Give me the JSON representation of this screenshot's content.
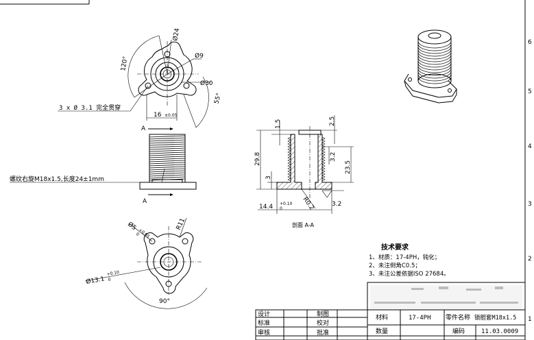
{
  "top_view": {
    "dia_24": "Ø24",
    "dia_9": "Ø9",
    "dia_30": "Ø30",
    "angle_120": "120°",
    "angle_55": "55°",
    "hole_note": "3 x Ø 3.1 完全贯穿",
    "dim_16": "16",
    "tol_16": "±0.05"
  },
  "front_view": {
    "section_mark_top": "A",
    "section_mark_bottom": "A",
    "thread_note": "螺纹右旋M18x1.5,长度24±1mm"
  },
  "bottom_view": {
    "dia_5": "Ø5",
    "tol_5_upper": "+0.05",
    "tol_5_lower": "0",
    "radius_r11": "R11",
    "dia_13_1": "Ø13.1",
    "tol_13_upper": "+0.10",
    "tol_13_lower": "0",
    "angle_90": "90°"
  },
  "section_view": {
    "dim_1_5": "1.5",
    "dim_2_5": "2.5",
    "dim_29_8": "29.8",
    "dim_3": "3",
    "dim_3_2_v": "3.2",
    "dim_23_5": "23.5",
    "dim_14_4": "14.4",
    "tol_14_upper": "+0.10",
    "tol_14_lower": "0",
    "radius_r0_2": "R0.2",
    "roughness_3_2": "3.2",
    "caption": "剖面 A-A"
  },
  "border_numbers": [
    "6",
    "5",
    "4",
    "3",
    "2",
    "1"
  ],
  "tech_requirements": {
    "title": "技术要求",
    "items": [
      "1、材质：17-4PH，钝化；",
      "2、未注倒角C0.5；",
      "3、未注公差依据ISO 27684。"
    ]
  },
  "title_block": {
    "design": "设计",
    "standard": "标准",
    "review": "审核",
    "draw": "制图",
    "check": "校对",
    "approve": "批准",
    "material_label": "材料",
    "material_value": "17-4PH",
    "part_name_label": "零件名称",
    "part_name_value": "锁胆套M18x1.5",
    "quantity_label": "数量",
    "code_label": "编码",
    "code_value": "11.03.0009"
  }
}
